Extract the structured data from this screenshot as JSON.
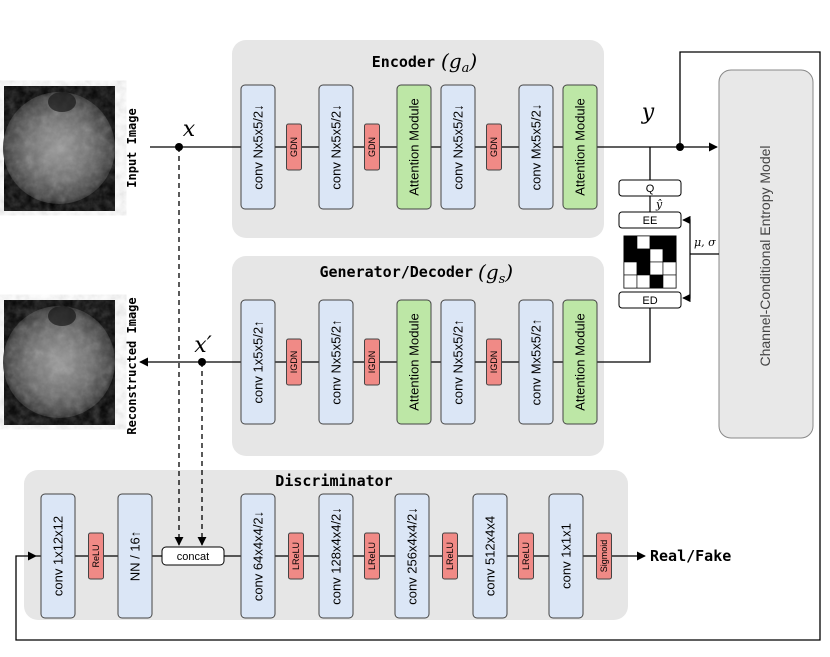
{
  "encoder": {
    "title": "Encoder",
    "symbol_base": "g",
    "symbol_sub": "a",
    "blocks": [
      "conv  Nx5x5/2↓",
      "GDN",
      "conv  Nx5x5/2↓",
      "GDN",
      "Attention Module",
      "conv  Nx5x5/2↓",
      "GDN",
      "conv  Mx5x5/2↓",
      "Attention Module"
    ]
  },
  "decoder": {
    "title": "Generator/Decoder",
    "symbol_base": "g",
    "symbol_sub": "s",
    "blocks": [
      "conv  1x5x5/2↑",
      "IGDN",
      "conv  Nx5x5/2↑",
      "IGDN",
      "Attention Module",
      "conv  Nx5x5/2↑",
      "IGDN",
      "conv  Mx5x5/2↑",
      "Attention Module"
    ]
  },
  "discriminator": {
    "title": "Discriminator",
    "blocks": [
      "conv  1x12x12",
      "ReLU",
      "NN / 16↑",
      "conv  64x4x4/2↓",
      "LReLU",
      "conv  128x4x4/2↓",
      "LReLU",
      "conv  256x4x4/2↓",
      "LReLU",
      "conv  512x4x4",
      "LReLU",
      "conv  1x1x1",
      "Sigmoid"
    ],
    "concat": "concat",
    "output": "Real/Fake"
  },
  "entropy_model": {
    "label": "Channel-Conditional Entropy Model",
    "q": "Q",
    "ee": "EE",
    "ed": "ED",
    "y_hat": "ŷ",
    "mu_sigma": "μ, σ",
    "grid_pattern": [
      [
        1,
        0,
        1,
        1
      ],
      [
        1,
        1,
        0,
        1
      ],
      [
        0,
        1,
        0,
        0
      ],
      [
        0,
        0,
        1,
        0
      ]
    ]
  },
  "labels": {
    "input_image": "Input Image",
    "reconstructed_image": "Reconstructed Image",
    "x": "x",
    "x_prime": "x′",
    "y": "y"
  },
  "colors": {
    "panel": "#e6e6e6",
    "conv": "#dbe6f6",
    "norm": "#f08a86",
    "attention": "#bde7a6",
    "entropy": "#e8e8e8"
  }
}
